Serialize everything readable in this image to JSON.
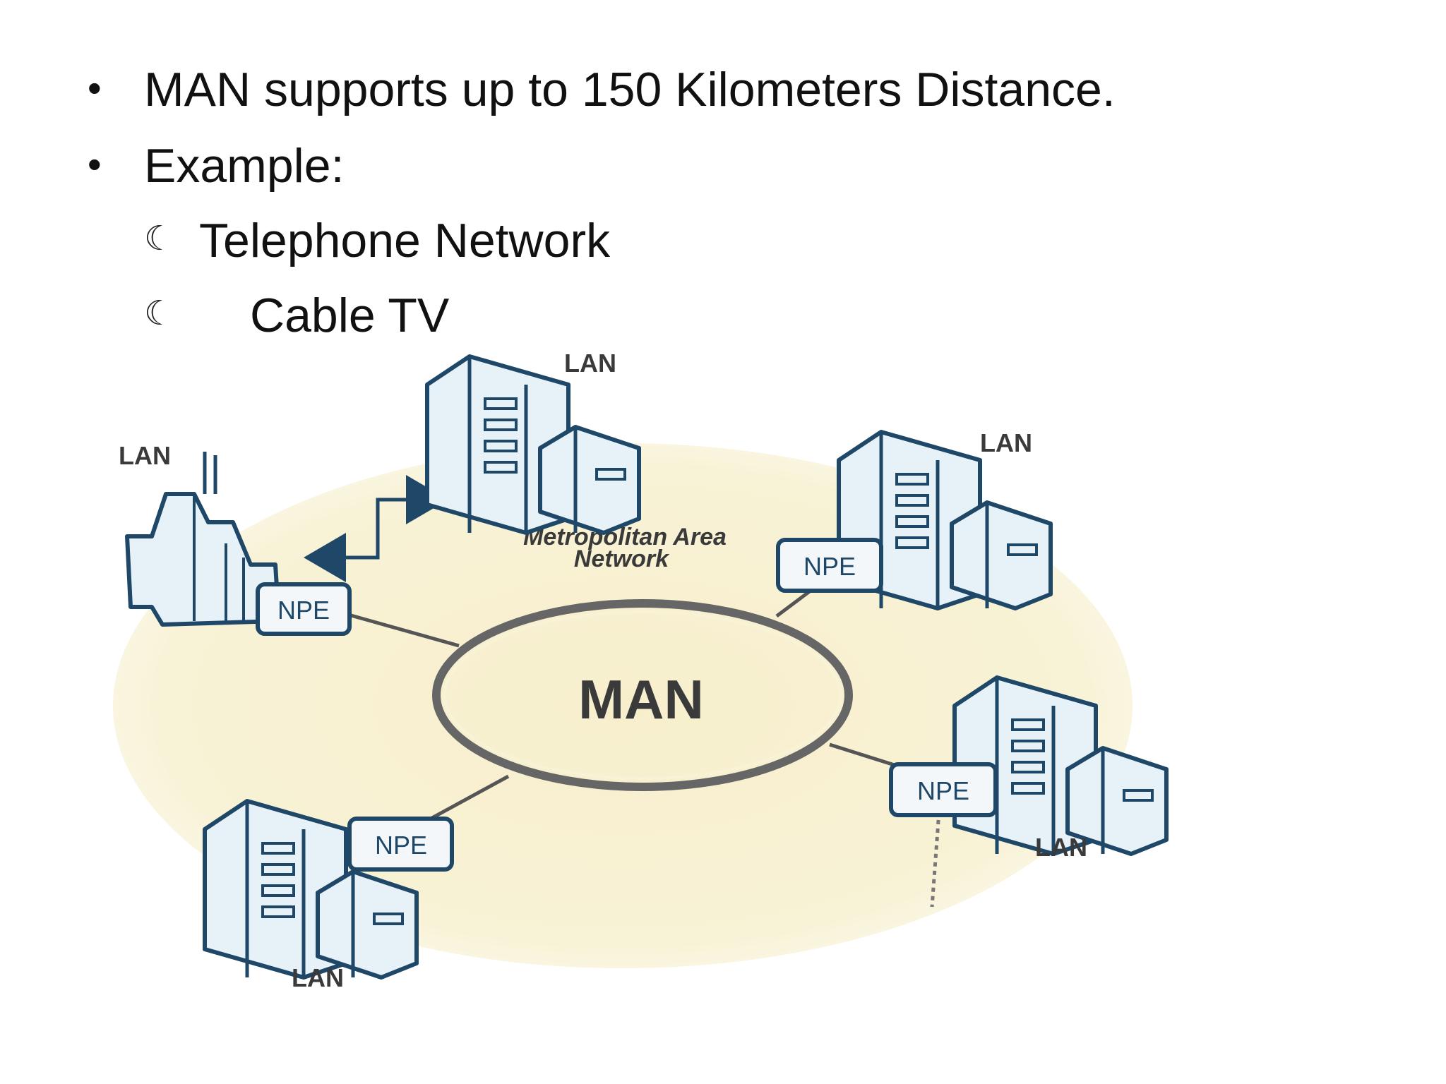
{
  "bullets": [
    {
      "text": "MAN supports up to 150 Kilometers Distance."
    },
    {
      "text": "Example:"
    }
  ],
  "sub_bullets": [
    {
      "text": "Telephone Network"
    },
    {
      "text": "Cable TV"
    }
  ],
  "diagram": {
    "caption_line1": "Metropolitan Area",
    "caption_line2": "Network",
    "center_label": "MAN",
    "lan_label": "LAN",
    "npe_label": "NPE",
    "colors": {
      "background_blob": "#f6f0cf",
      "building_stroke": "#1f4868",
      "building_fill": "#e6f1f8",
      "line": "#555555"
    }
  }
}
